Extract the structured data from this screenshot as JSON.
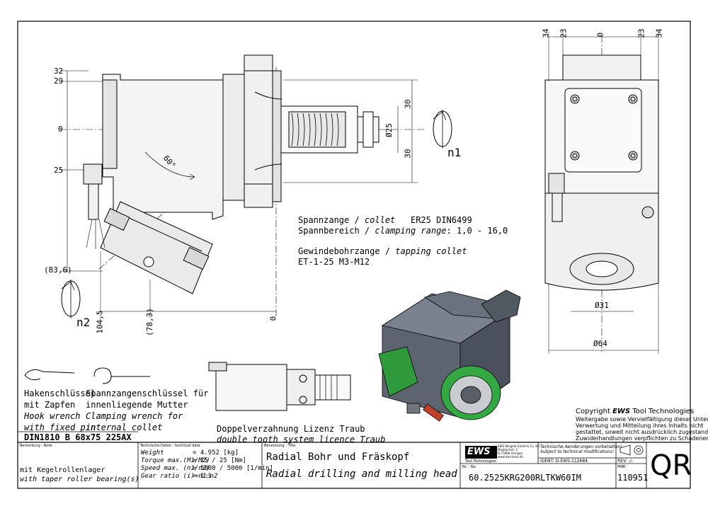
{
  "front_dims": {
    "d32": "32",
    "d29": "29",
    "d0": "0",
    "d25": "25",
    "d83_6": "(83,6)",
    "angle": "60°",
    "d104_5": "104,5",
    "d78_3": "(78,3)",
    "d30": "30",
    "dia25": "Ø25",
    "n1": "n1",
    "n2": "n2"
  },
  "side_dims": {
    "d34": "34",
    "d23": "23",
    "d0": "0",
    "dia31": "Ø31",
    "dia64": "Ø64"
  },
  "notes": {
    "collet_de": "Spannzange",
    "collet_en": "collet",
    "collet_spec": "ER25   DIN6499",
    "range_de": "Spannbereich",
    "range_en": "clamping range",
    "range_value": ": 1,0 - 16,0",
    "tap_de": "Gewindebohrzange",
    "tap_en": "tapping collet",
    "tap_spec": "ET-1-25  M3-M12"
  },
  "wrenches": {
    "hook_de_1": "Hakenschlüssel",
    "hook_de_2": "mit Zapfen",
    "hook_en_1": "Hook wrench",
    "hook_en_2": "with fixed pin",
    "clamp_de_1": "Spannzangenschlüssel für",
    "clamp_de_2": "innenliegende Mutter",
    "clamp_en_1": "Clamping wrench for",
    "clamp_en_2": "internal collet",
    "din": "DIN1810 B 68x75 225AX"
  },
  "double_tooth": {
    "de": "Doppelverzahnung Lizenz Traub",
    "en": "double tooth system licence Traub"
  },
  "copyright": {
    "prefix": "Copyright",
    "brand": "EWS",
    "suffix": "Tool Technologies",
    "l1": "Weitergabe sowie Vervielfältigung dieser Unterlage,",
    "l2": "Verwertung und Mitteilung ihres Inhalts nicht",
    "l3": "gestattet, soweit nicht ausdrücklich zugestanden.",
    "l4": "Zuwiderhandlungen verpflichten zu Schadenersatz.",
    "l5": ""
  },
  "title_block": {
    "remark_header": "Bemerkung - Note",
    "remark_de": "mit Kegelrollenlager",
    "remark_en": "with taper roller bearing(s)",
    "tech_header": "Technische Daten - technical data",
    "weight_label": "Weight",
    "weight_value": "=  4.952 [kg]",
    "torque_label": "Torque max.(M1/M2)",
    "torque_value": "=  25 / 25 [Nm]",
    "speed_label": "Speed max. (n1/n2)",
    "speed_value": "=  5000 / 5000 [1/min]",
    "ratio_label": "Gear ratio (i)=n1:n2",
    "ratio_value": "=  1:1",
    "title_header": "Benennung - Title",
    "title_de": "Radial Bohr und Fräskopf",
    "title_en": "Radial drilling and milling head",
    "logo": "EWS",
    "logo_sub": "Tool Technologies",
    "company_1": "EWS Weigele GmbH & Co. KG",
    "company_2": "Maybachstr. 1",
    "company_3": "D-73066 Uhingen",
    "company_4": "www.ews-tools.de",
    "change_de": "Technische Aenderungen vorbehalten!",
    "change_en": "Subject to technical modifications!",
    "ident": "IDENT: D-EWS-112684",
    "rev": "REV: -/-",
    "nr_header": "Nr. - No.",
    "part_number": "60.2525KRG200RLTKW60IM",
    "mnr_header": "MNR",
    "mnr": "110951",
    "qr": "QR"
  }
}
